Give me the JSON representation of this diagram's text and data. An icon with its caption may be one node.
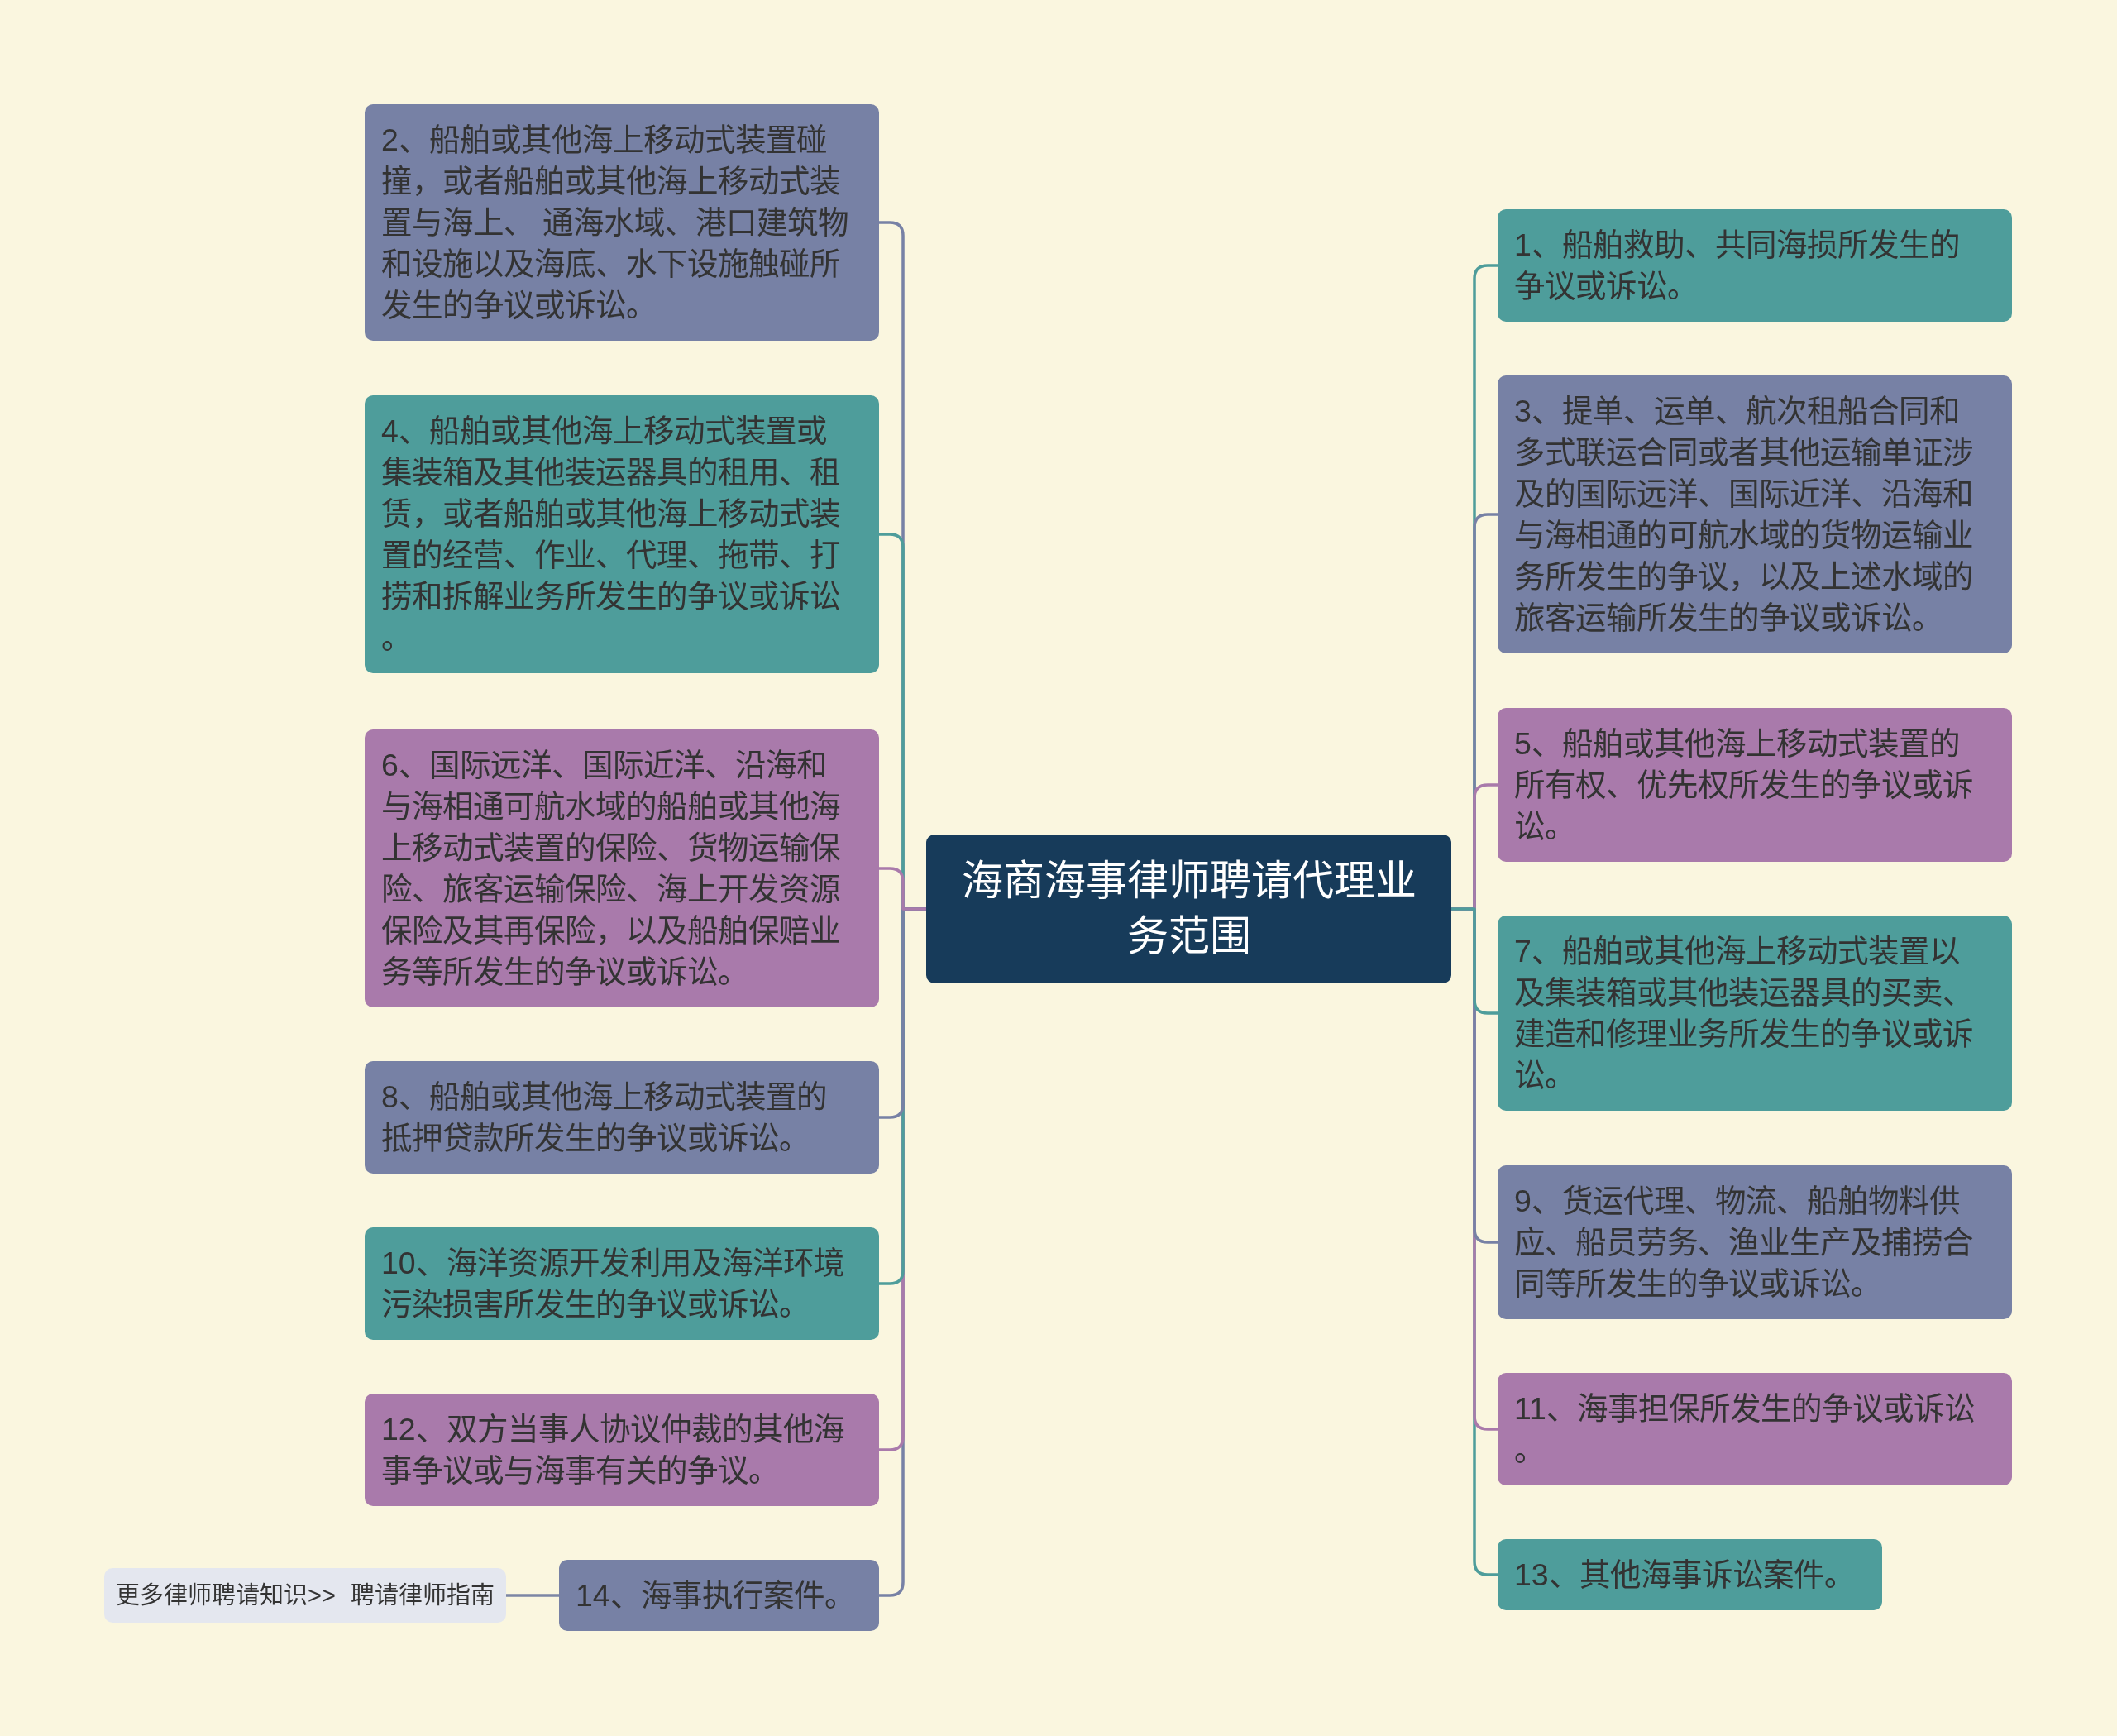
{
  "diagram": {
    "nodes": [
      {
        "text": [
          "海商海事律师聘请代理业务范围"
        ]
      },
      {
        "text": [
          "1、船舶救助、共同海损所发生的争议或诉讼。"
        ]
      },
      {
        "text": [
          "2、船舶或其他海上移动式装置碰撞，或者船舶或其他海上移动式装置与海上、 通海水域、港口建筑物和设施以及海底、水下设施触碰所发生的争议或诉讼。"
        ]
      },
      {
        "text": [
          "3、提单、运单、航次租船合同和多式联运合同或者其他运输单证涉及的国际远洋、国际近洋、沿海和与海相通的可航水域的货物运输业务所发生的争议，以及上述水域的旅客运输所发生的争议或诉讼。"
        ]
      },
      {
        "text": [
          "4、船舶或其他海上移动式装置或集装箱及其他装运器具的租用、租赁，或者船舶或其他海上移动式装置的经营、作业、代理、拖带、打捞和拆解业务所发生的争议或诉讼。"
        ]
      },
      {
        "text": [
          "5、船舶或其他海上移动式装置的所有权、优先权所发生的争议或诉讼。"
        ]
      },
      {
        "text": [
          "6、国际远洋、国际近洋、沿海和与海相通可航水域的船舶或其他海上移动式装置的保险、货物运输保险、旅客运输保险、海上开发资源保险及其再保险，以及船舶保赔业务等所发生的争议或诉讼。"
        ]
      },
      {
        "text": [
          "7、船舶或其他海上移动式装置以及集装箱或其他装运器具的买卖、建造和修理业务所发生的争议或诉讼。"
        ]
      },
      {
        "text": [
          "8、船舶或其他海上移动式装置的抵押贷款所发生的争议或诉讼。"
        ]
      },
      {
        "text": [
          "9、货运代理、物流、船舶物料供应、船员劳务、渔业生产及捕捞合同等所发生的争议或诉讼。"
        ]
      },
      {
        "text": [
          "10、海洋资源开发利用及海洋环境污染损害所发生的争议或诉讼。"
        ]
      },
      {
        "text": [
          "11、海事担保所发生的争议或诉讼。"
        ]
      },
      {
        "text": [
          "12、双方当事人协议仲裁的其他海事争议或与海事有关的争议。"
        ]
      },
      {
        "text": [
          "13、其他海事诉讼案件。"
        ]
      },
      {
        "text": [
          "14、海事执行案件。"
        ]
      },
      {
        "text": [
          "更多律师聘请知识>>",
          "聘请律师指南"
        ]
      }
    ],
    "edges": [
      {
        "from": 0,
        "to": 1,
        "arrow": "none",
        "color": "#4e9d9b"
      },
      {
        "from": 0,
        "to": 2,
        "arrow": "none",
        "color": "#7781a5"
      },
      {
        "from": 0,
        "to": 3,
        "arrow": "none",
        "color": "#7781a5"
      },
      {
        "from": 0,
        "to": 4,
        "arrow": "none",
        "color": "#4e9d9b"
      },
      {
        "from": 0,
        "to": 5,
        "arrow": "none",
        "color": "#a97aab"
      },
      {
        "from": 0,
        "to": 6,
        "arrow": "none",
        "color": "#a97aab"
      },
      {
        "from": 0,
        "to": 7,
        "arrow": "none",
        "color": "#4e9d9b"
      },
      {
        "from": 0,
        "to": 8,
        "arrow": "none",
        "color": "#7781a5"
      },
      {
        "from": 0,
        "to": 9,
        "arrow": "none",
        "color": "#7781a5"
      },
      {
        "from": 0,
        "to": 10,
        "arrow": "none",
        "color": "#4e9d9b"
      },
      {
        "from": 0,
        "to": 11,
        "arrow": "none",
        "color": "#a97aab"
      },
      {
        "from": 0,
        "to": 12,
        "arrow": "none",
        "color": "#a97aab"
      },
      {
        "from": 0,
        "to": 13,
        "arrow": "none",
        "color": "#4e9d9b"
      },
      {
        "from": 0,
        "to": 14,
        "arrow": "none",
        "color": "#7781a5"
      },
      {
        "from": 14,
        "to": 15,
        "arrow": "none",
        "color": "#7c86a5"
      }
    ]
  }
}
